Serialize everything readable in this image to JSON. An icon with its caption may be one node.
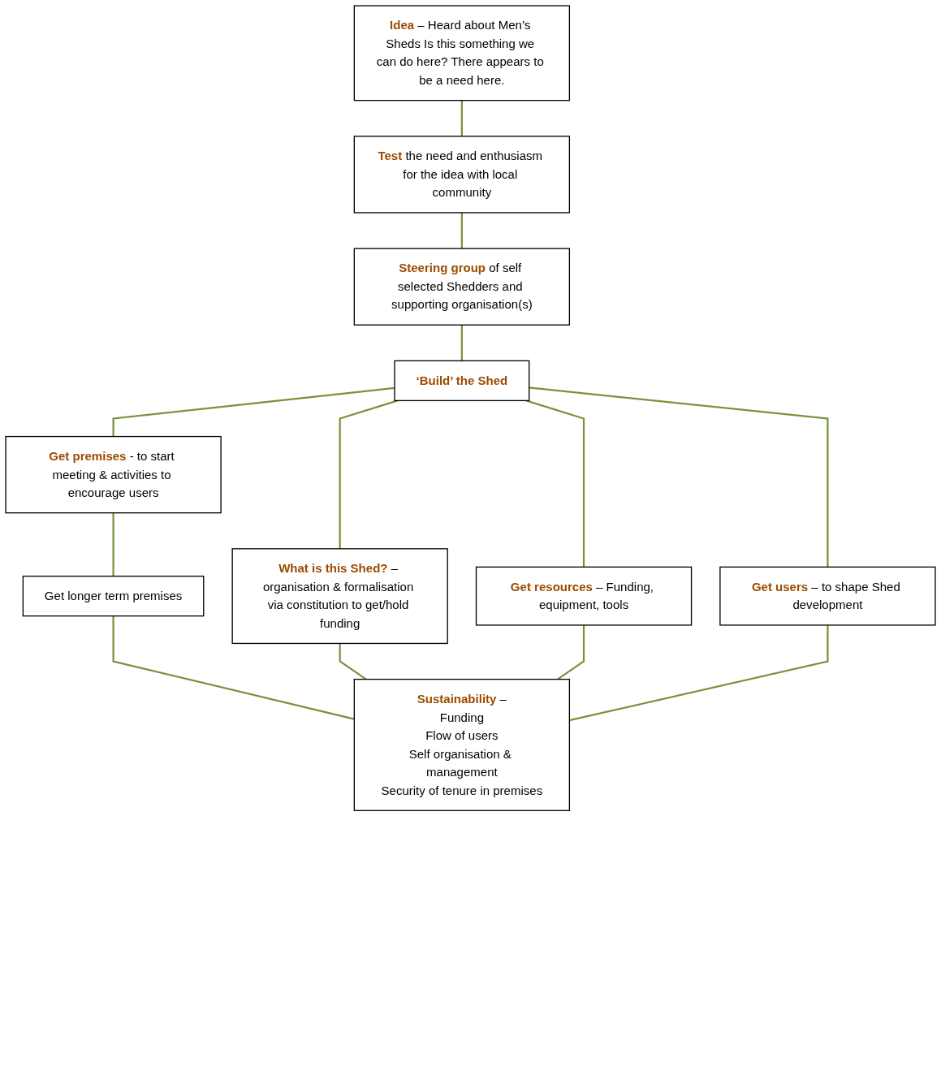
{
  "diagram": {
    "nodes": [
      {
        "text": [
          "**Idea** – Heard about Men’s Sheds Is this something we can do here? There appears to be a need here."
        ]
      },
      {
        "text": [
          "**Test** the need and enthusiasm for the idea with local community"
        ]
      },
      {
        "text": [
          "**Steering group** of self selected Shedders and supporting organisation(s)"
        ]
      },
      {
        "text": [
          "**‘Build’ the Shed**"
        ]
      },
      {
        "text": [
          "**Get premises** - to start meeting & activities to encourage users"
        ]
      },
      {
        "text": [
          "**What is this Shed?** – organisation & formalisation via constitution to get/hold funding"
        ]
      },
      {
        "text": [
          "**Get resources** – Funding, equipment, tools"
        ]
      },
      {
        "text": [
          "**Get users** – to shape Shed development"
        ]
      },
      {
        "text": [
          "Get longer term premises"
        ]
      },
      {
        "text": [
          "**Sustainability** –",
          "Funding",
          "Flow of users",
          "Self organisation & management",
          "Security of tenure in premises"
        ]
      }
    ],
    "edges": [
      {
        "from": 0,
        "to": 1,
        "arrow": "none"
      },
      {
        "from": 1,
        "to": 2,
        "arrow": "none"
      },
      {
        "from": 2,
        "to": 3,
        "arrow": "none"
      },
      {
        "from": 3,
        "to": 4,
        "arrow": "none"
      },
      {
        "from": 3,
        "to": 5,
        "arrow": "none"
      },
      {
        "from": 3,
        "to": 6,
        "arrow": "none"
      },
      {
        "from": 3,
        "to": 7,
        "arrow": "none"
      },
      {
        "from": 4,
        "to": 8,
        "arrow": "none"
      },
      {
        "from": 8,
        "to": 9,
        "arrow": "none"
      },
      {
        "from": 5,
        "to": 9,
        "arrow": "none"
      },
      {
        "from": 6,
        "to": 9,
        "arrow": "none"
      },
      {
        "from": 7,
        "to": 9,
        "arrow": "none"
      }
    ]
  }
}
